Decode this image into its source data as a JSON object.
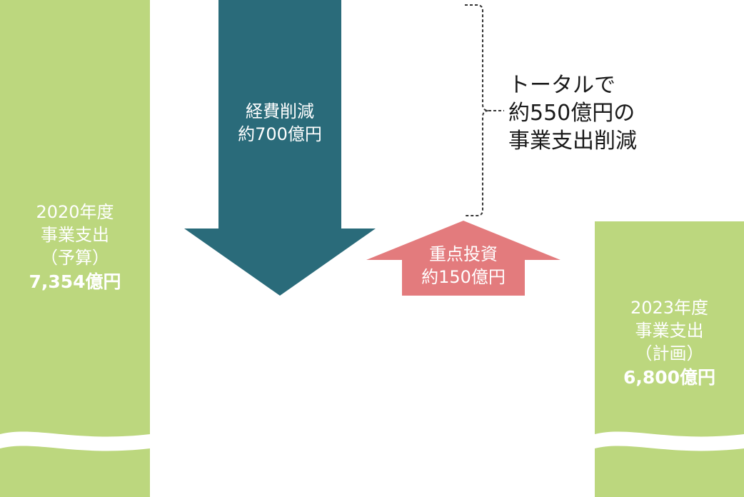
{
  "colors": {
    "bar_green": "#bcd77e",
    "arrow_down": "#2a6b7a",
    "arrow_up": "#e37b7d",
    "bracket": "#333333",
    "text_dark": "#1a1a1a"
  },
  "bar_2020": {
    "line1": "2020年度",
    "line2": "事業支出",
    "line3": "（予算）",
    "amount": "7,354億円"
  },
  "bar_2023": {
    "line1": "2023年度",
    "line2": "事業支出",
    "line3": "（計画）",
    "amount": "6,800億円"
  },
  "cost_reduction": {
    "line1": "経費削減",
    "line2": "約700億円"
  },
  "priority_investment": {
    "line1": "重点投資",
    "line2": "約150億円"
  },
  "total": {
    "line1": "トータルで",
    "line2": "約550億円の",
    "line3": "事業支出削減"
  }
}
